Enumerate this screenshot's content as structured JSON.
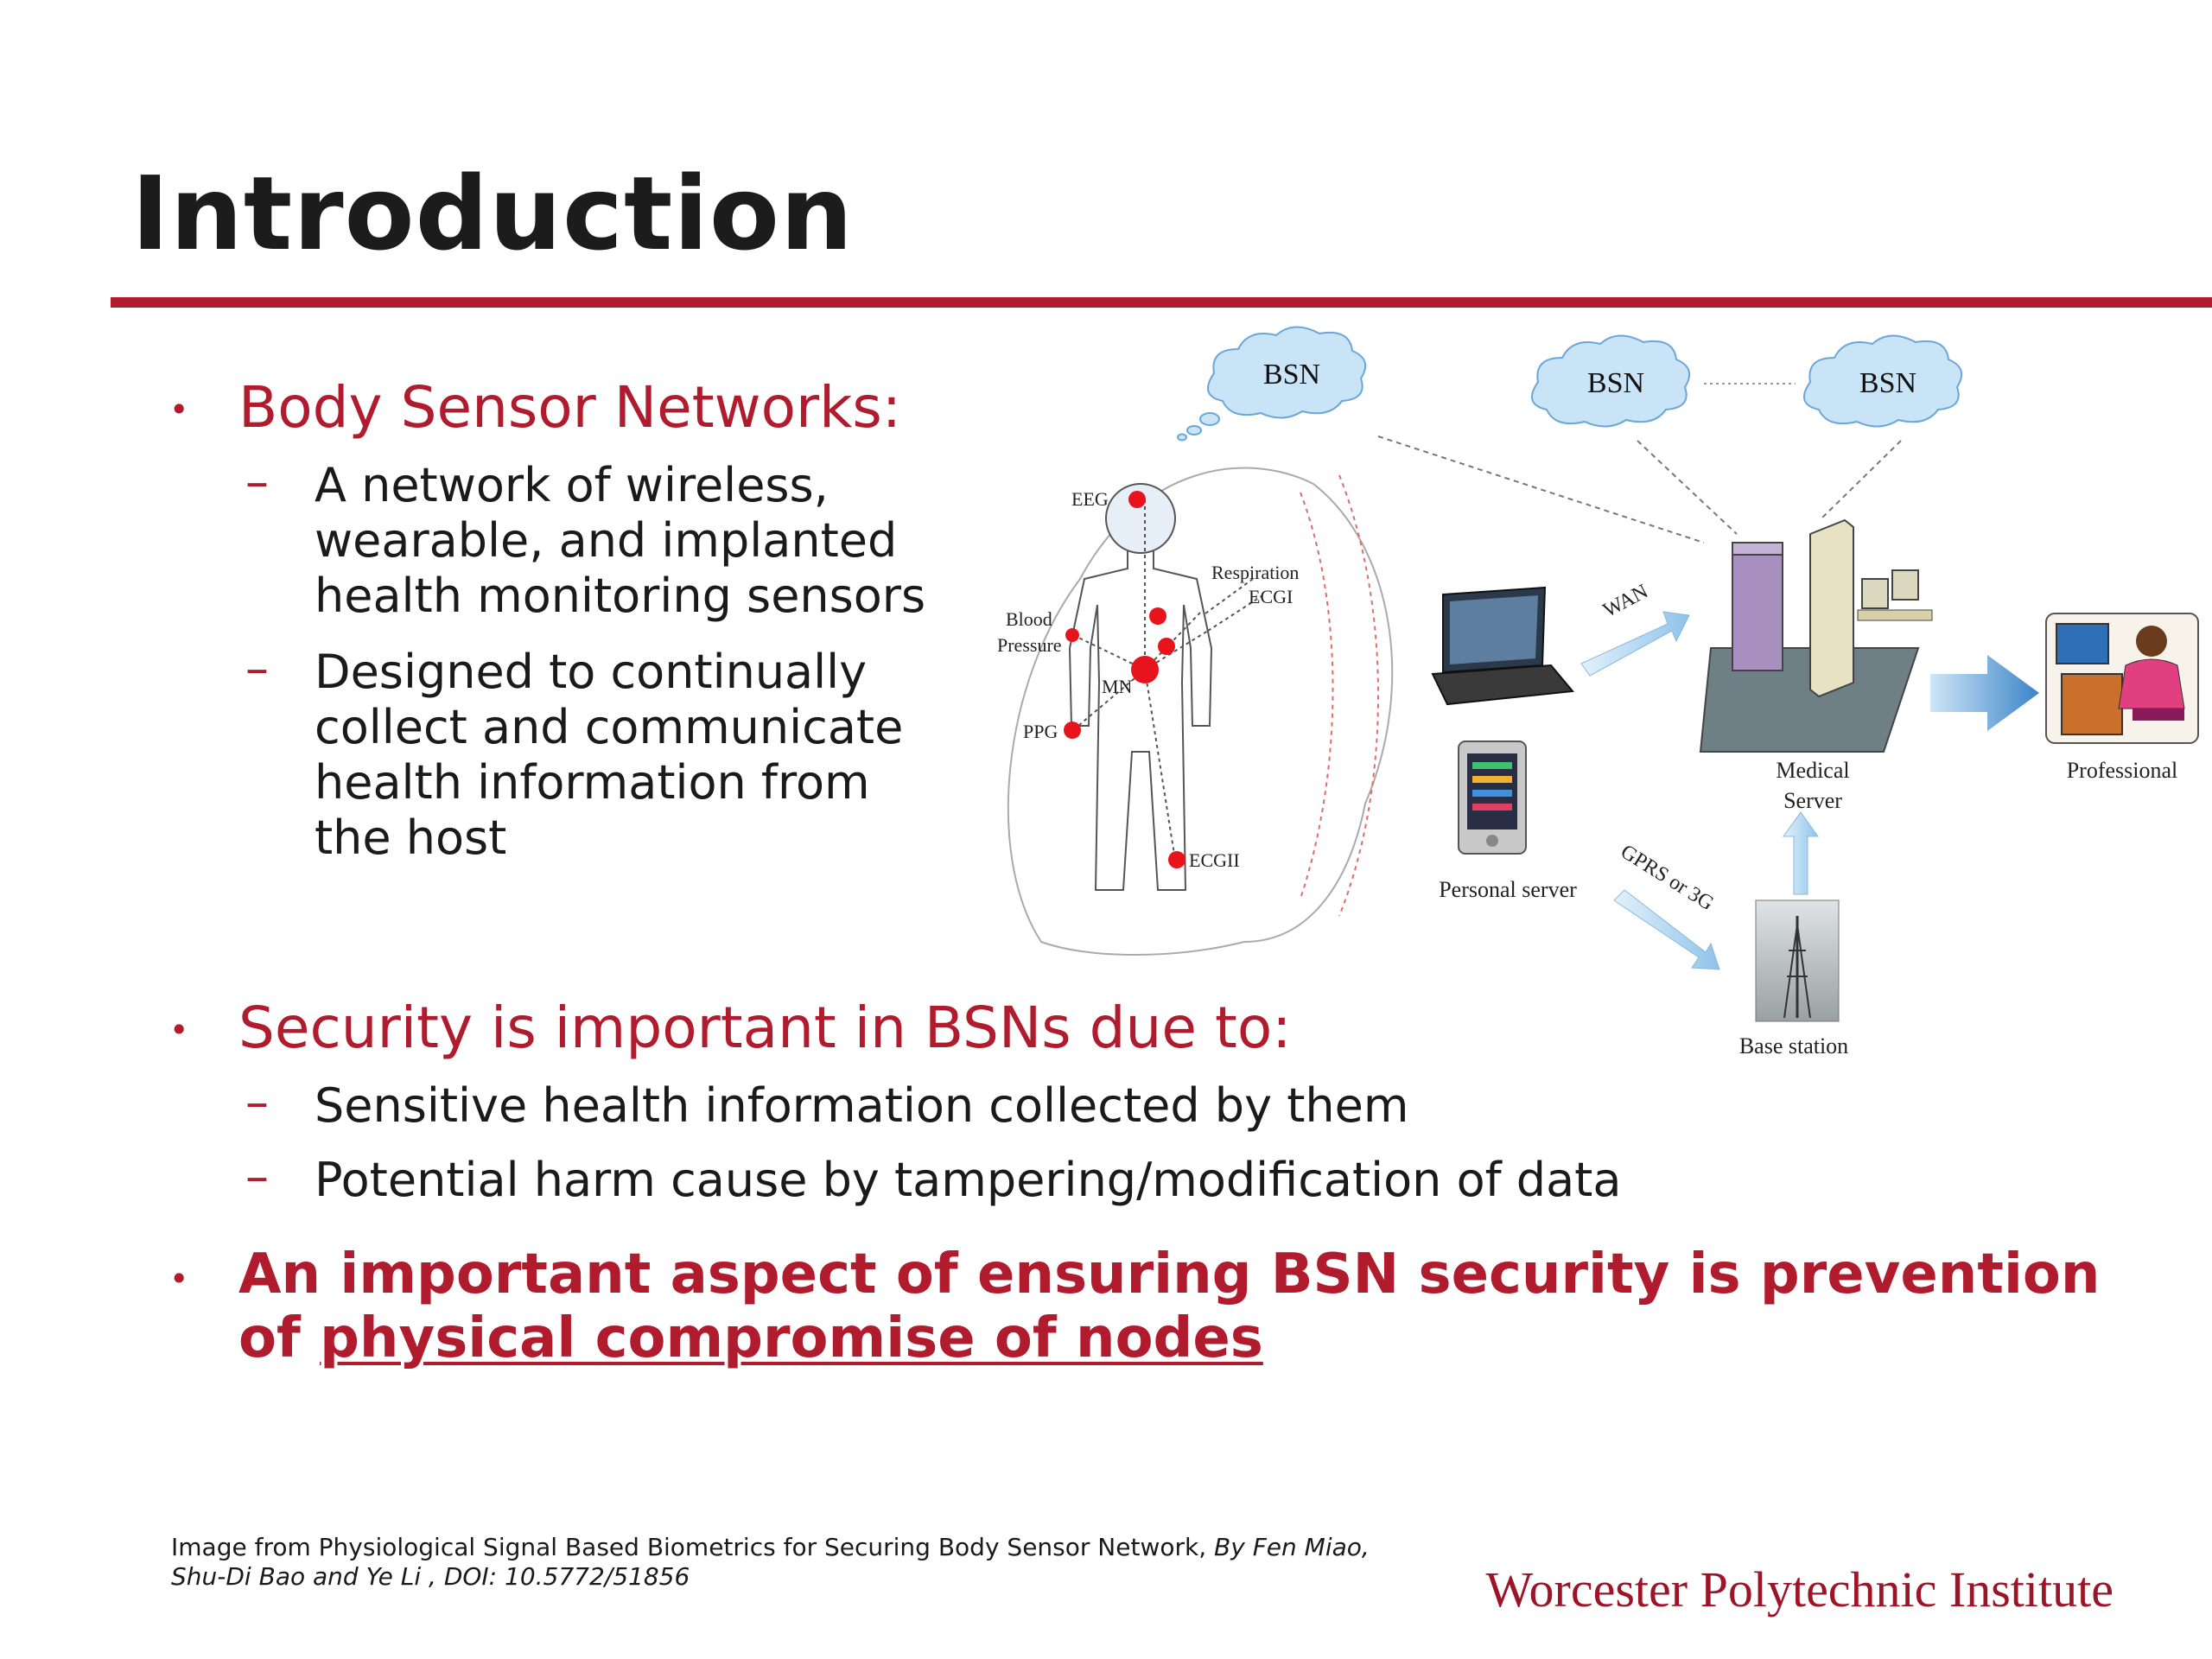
{
  "slide": {
    "title": "Introduction",
    "bullets": [
      {
        "label": "Body Sensor Networks:",
        "subs": [
          {
            "lines": [
              "A network of wireless,",
              "wearable, and implanted",
              "health monitoring sensors"
            ]
          },
          {
            "lines": [
              "Designed to continually",
              "collect and communicate",
              "health information from",
              "the host"
            ]
          }
        ]
      },
      {
        "label": "Security is important in BSNs due to:",
        "subs": [
          {
            "lines": [
              "Sensitive health information collected by them"
            ]
          },
          {
            "lines": [
              "Potential harm cause by tampering/modification of data"
            ]
          }
        ]
      },
      {
        "text_before": "An important aspect of ensuring BSN security is prevention of ",
        "text_underlined": "physical compromise of nodes"
      }
    ]
  },
  "figure": {
    "clouds": [
      "BSN",
      "BSN",
      "BSN"
    ],
    "sensors": [
      "EEG",
      "Respiration",
      "ECGI",
      "Blood",
      "Pressure",
      "MN",
      "PPG",
      "ECGII"
    ],
    "links": [
      "WAN",
      "GPRS or 3G"
    ],
    "nodes": {
      "personal_server": "Personal server",
      "medical_server_line1": "Medical",
      "medical_server_line2": "Server",
      "professional": "Professional",
      "base_station": "Base station"
    }
  },
  "footer": {
    "citation_plain": "Image from Physiological Signal Based Biometrics for Securing Body Sensor Network, ",
    "citation_italic": "By Fen Miao, Shu-Di Bao and Ye Li , DOI: 10.5772/51856",
    "institution": "Worcester Polytechnic Institute"
  },
  "colors": {
    "accent": "#b01c2e",
    "sensor_dot": "#e8141c",
    "cloud_fill": "#c9e3f7",
    "arrow_fill": "#a9d2ef"
  }
}
